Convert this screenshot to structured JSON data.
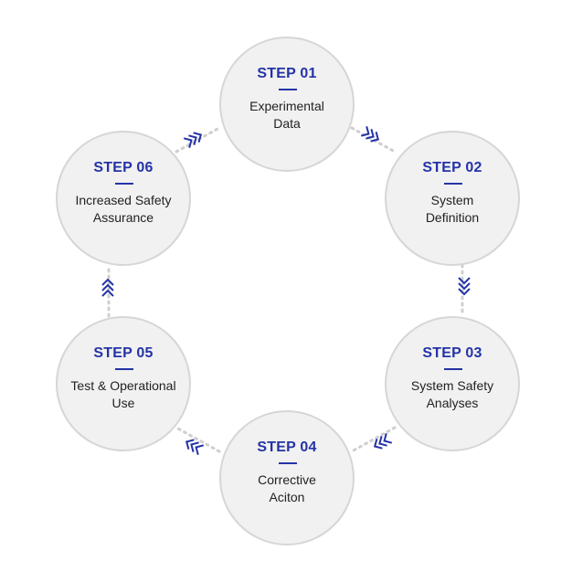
{
  "accent_color": "#2433a6",
  "node_fill": "#f1f1f1",
  "node_border": "#d6d6d6",
  "steps": [
    {
      "label": "STEP 01",
      "line1": "Experimental",
      "line2": "Data"
    },
    {
      "label": "STEP 02",
      "line1": "System",
      "line2": "Definition"
    },
    {
      "label": "STEP 03",
      "line1": "System Safety",
      "line2": "Analyses"
    },
    {
      "label": "STEP 04",
      "line1": "Corrective",
      "line2": "Aciton"
    },
    {
      "label": "STEP 05",
      "line1": "Test & Operational",
      "line2": "Use"
    },
    {
      "label": "STEP 06",
      "line1": "Increased Safety",
      "line2": "Assurance"
    }
  ],
  "connector_icon": "triple-chevron-arrow-icon"
}
